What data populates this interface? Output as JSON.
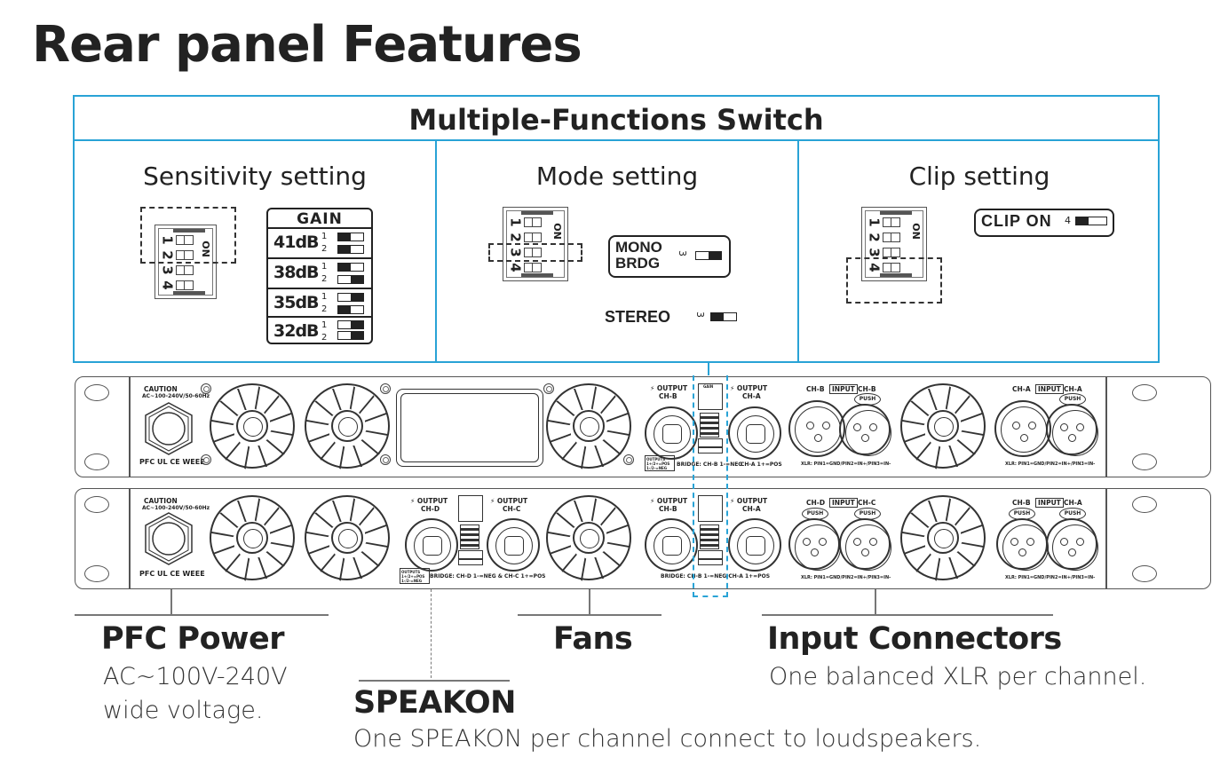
{
  "page": {
    "title": "Rear panel Features"
  },
  "switch_panel": {
    "title": "Multiple-Functions Switch",
    "accent_color": "#29a3d6",
    "sections": [
      {
        "title": "Sensitivity setting"
      },
      {
        "title": "Mode setting"
      },
      {
        "title": "Clip setting"
      }
    ],
    "dip": {
      "numbers": [
        "1",
        "2",
        "3",
        "4"
      ],
      "on_label": "ON"
    },
    "gain": {
      "header": "GAIN",
      "rows": [
        {
          "label": "41dB",
          "sw_nums": "1 2",
          "sw1": "on",
          "sw2": "on"
        },
        {
          "label": "38dB",
          "sw_nums": "1 2",
          "sw1": "on",
          "sw2": "off"
        },
        {
          "label": "35dB",
          "sw_nums": "1 2",
          "sw1": "off",
          "sw2": "on"
        },
        {
          "label": "32dB",
          "sw_nums": "1 2",
          "sw1": "off",
          "sw2": "off"
        }
      ]
    },
    "mode": {
      "mono_label": "MONO",
      "brdg_label": "BRDG",
      "stereo_label": "STEREO",
      "switch_num": "3"
    },
    "clip": {
      "label": "CLIP ON",
      "switch_num": "4"
    }
  },
  "panels": {
    "caution_title": "CAUTION",
    "caution_voltage": "AC~100-240V/50-60Hz",
    "cert_marks": "PFC  UL  CE  WEEE",
    "output_label": "OUTPUT",
    "input_label": "INPUT",
    "push_label": "PUSH",
    "xlr_pinout": "XLR: PIN1=GND/PIN2=IN+/PIN3=IN-",
    "outputs_box": "OUTPUTS 1+/2+=POS 1-/2-=NEG",
    "mini_gain": [
      "GAIN",
      "41dB",
      "38dB",
      "35dB",
      "32dB"
    ],
    "mini_mode": "MONO BRDG",
    "mini_clip": "CLIP ON",
    "top": {
      "outputs": [
        "CH-B",
        "CH-A"
      ],
      "bridge_left": "BRIDGE: CH-B  1-=NEG",
      "bridge_right": "CH-A  1+=POS",
      "inputs_1": [
        "CH-B",
        "CH-B"
      ],
      "inputs_2": [
        "CH-A",
        "CH-A"
      ]
    },
    "bottom": {
      "outputs_1": [
        "CH-D",
        "CH-C"
      ],
      "bridge_1": "BRIDGE: CH-D  1-=NEG & CH-C  1+=POS",
      "outputs_2": [
        "CH-B",
        "CH-A"
      ],
      "bridge_2": "BRIDGE: CH-B  1-=NEG   CH-A  1+=POS",
      "inputs_1": [
        "CH-D",
        "CH-C"
      ],
      "inputs_2": [
        "CH-B",
        "CH-A"
      ]
    }
  },
  "callouts": {
    "pfc": {
      "title": "PFC Power",
      "desc_1": "AC~100V-240V",
      "desc_2": "wide voltage."
    },
    "speakon": {
      "title": "SPEAKON",
      "desc": "One SPEAKON per channel connect to loudspeakers."
    },
    "fans": {
      "title": "Fans"
    },
    "inputs": {
      "title": "Input Connectors",
      "desc": "One balanced XLR per channel."
    }
  }
}
